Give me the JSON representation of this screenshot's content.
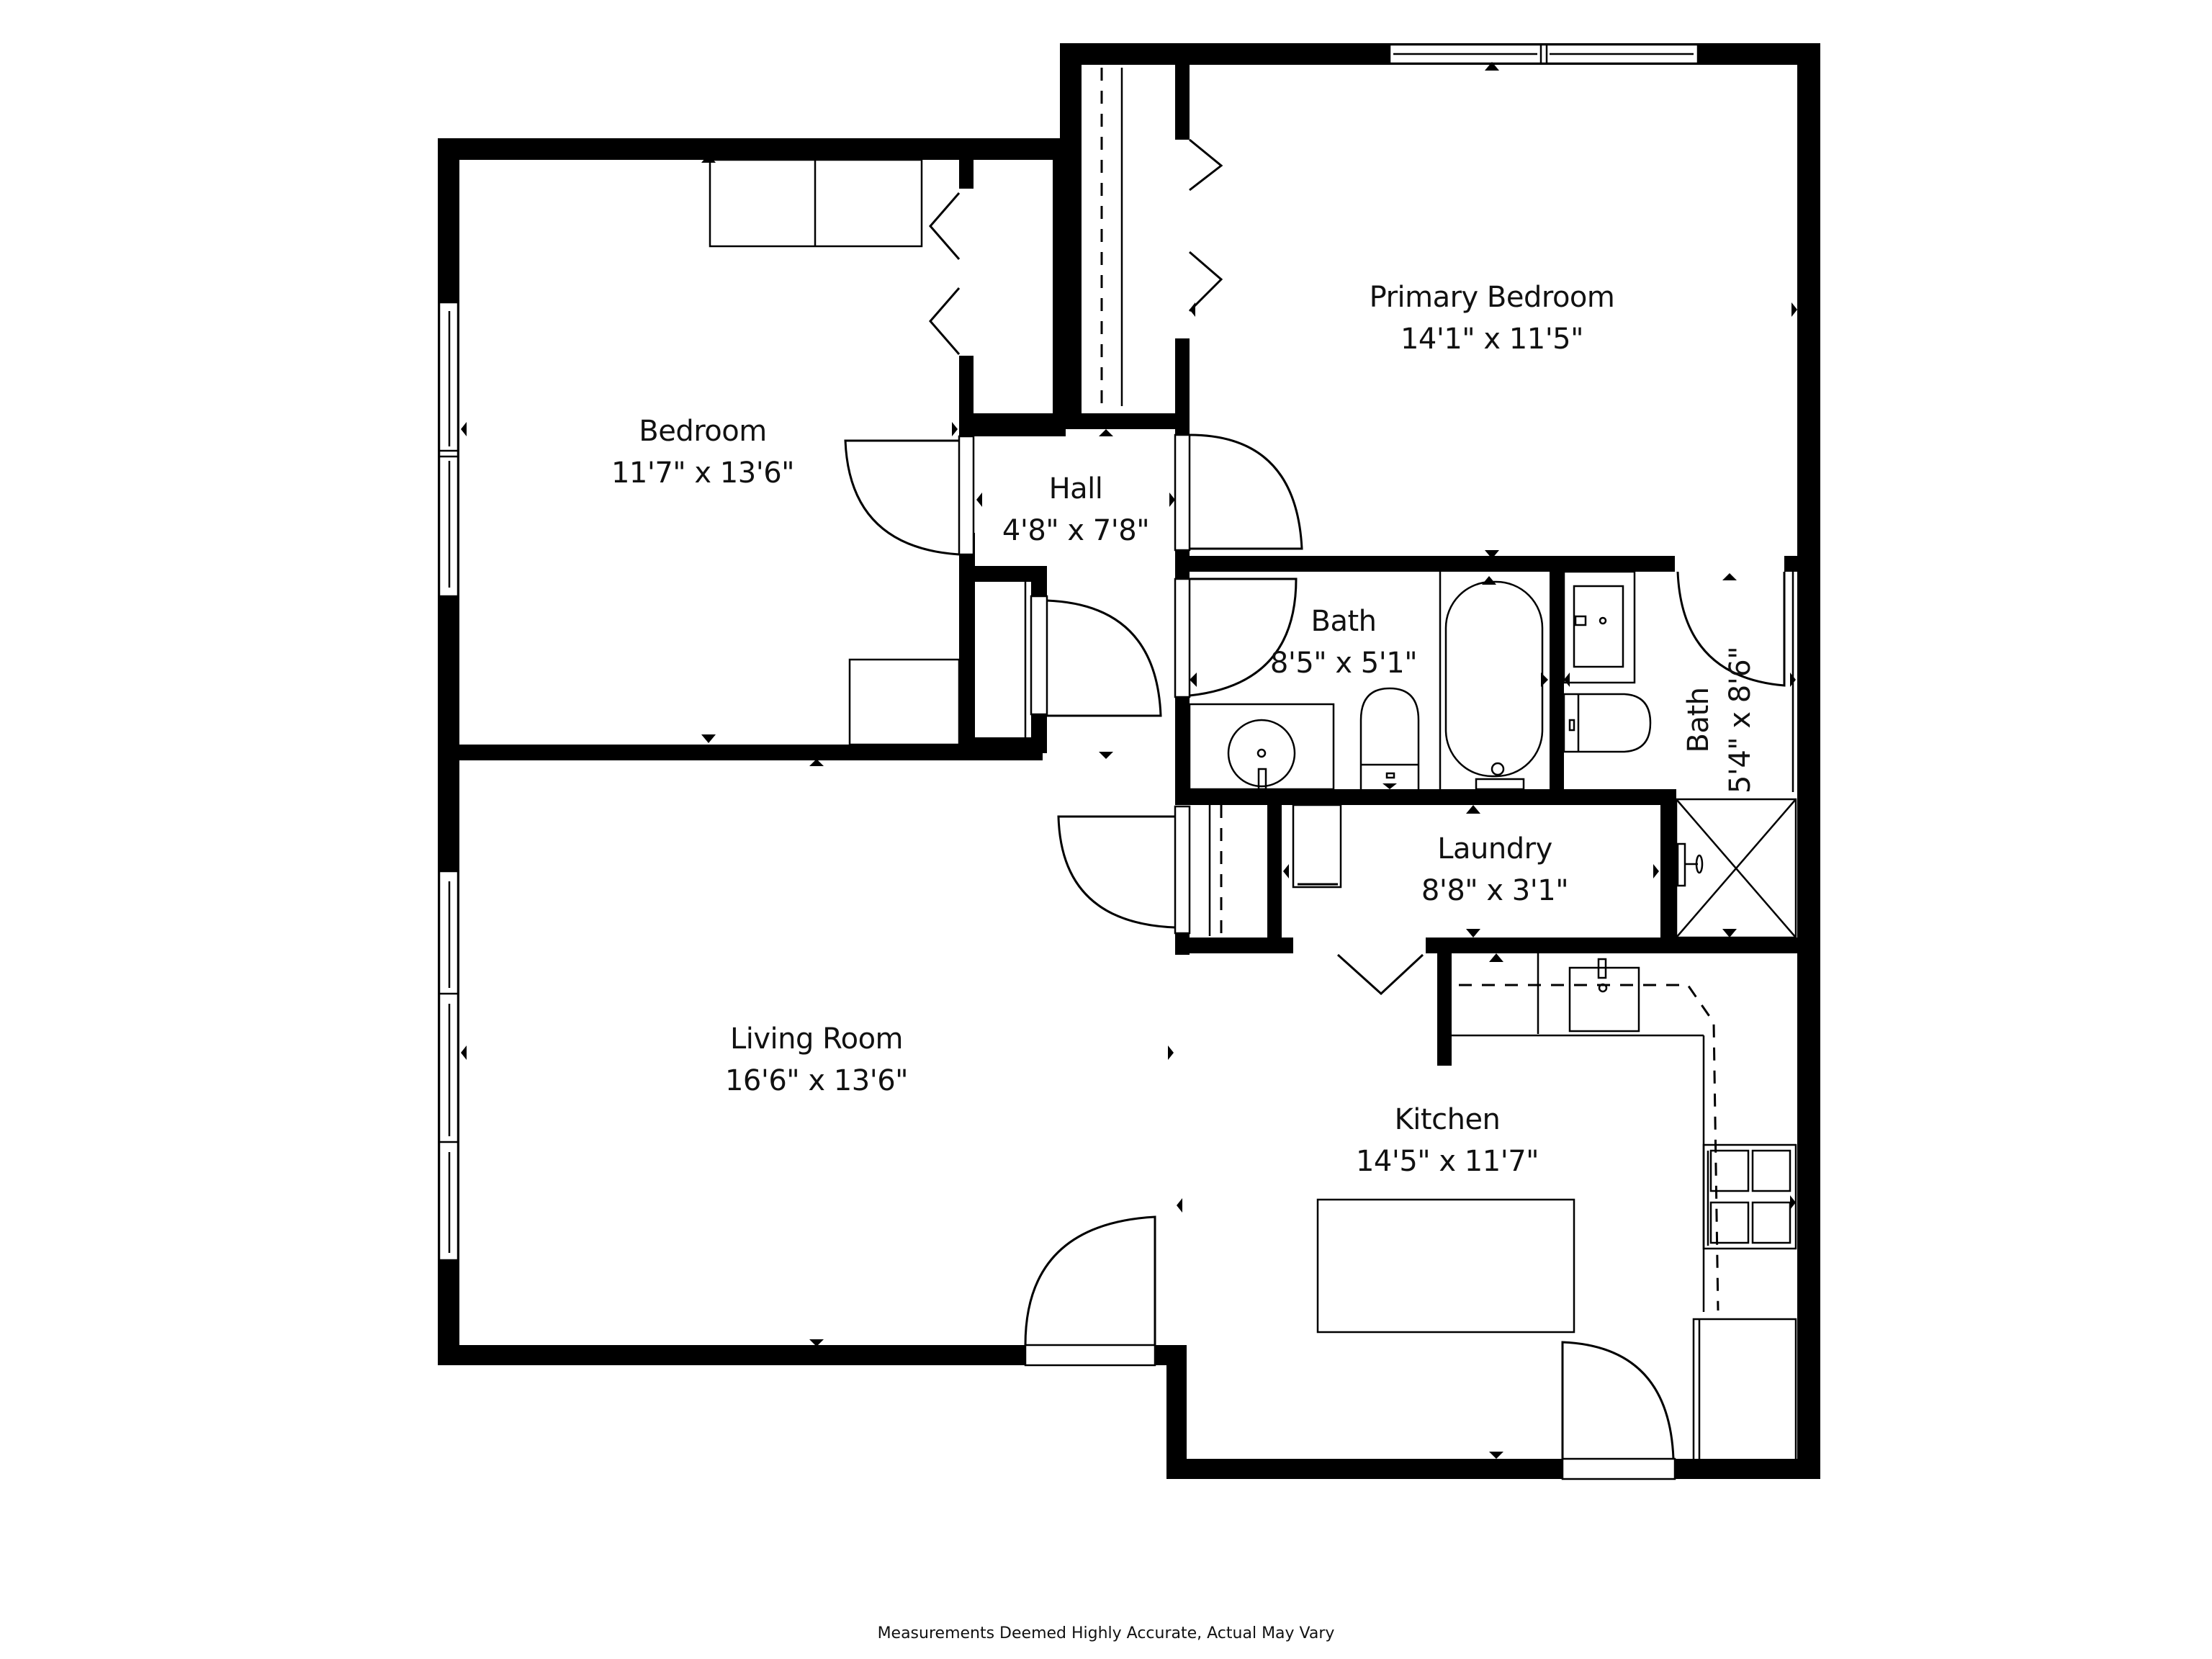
{
  "floorplan": {
    "rooms": [
      {
        "id": "primary-bedroom",
        "name": "Primary Bedroom",
        "dimensions": "14'1\" x 11'5\""
      },
      {
        "id": "bedroom",
        "name": "Bedroom",
        "dimensions": "11'7\" x 13'6\""
      },
      {
        "id": "hall",
        "name": "Hall",
        "dimensions": "4'8\" x 7'8\""
      },
      {
        "id": "bath-1",
        "name": "Bath",
        "dimensions": "8'5\" x 5'1\""
      },
      {
        "id": "bath-2",
        "name": "Bath",
        "dimensions": "5'4\" x 8'6\""
      },
      {
        "id": "laundry",
        "name": "Laundry",
        "dimensions": "8'8\" x 3'1\""
      },
      {
        "id": "living-room",
        "name": "Living Room",
        "dimensions": "16'6\" x 13'6\""
      },
      {
        "id": "kitchen",
        "name": "Kitchen",
        "dimensions": "14'5\" x 11'7\""
      }
    ],
    "fixtures": [
      "bed-window",
      "closet-bifold-door",
      "bathtub",
      "toilet",
      "sink",
      "shower",
      "washer-dryer",
      "kitchen-island",
      "range-cooktop",
      "refrigerator",
      "kitchen-sink"
    ],
    "colors": {
      "wall": "#000000",
      "background": "#ffffff",
      "text": "#111111"
    }
  },
  "footer": {
    "disclaimer": "Measurements Deemed Highly Accurate, Actual May Vary"
  }
}
